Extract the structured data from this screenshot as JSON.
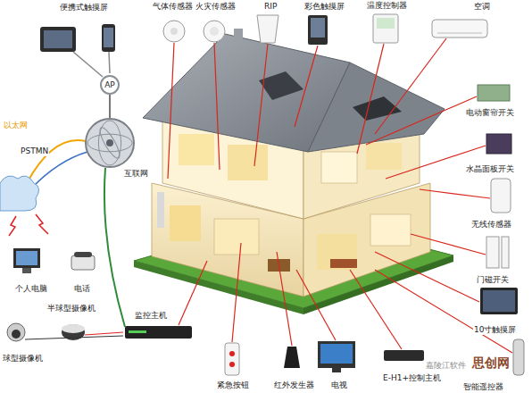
{
  "diagram": {
    "nodes": [
      {
        "text": [
          "AP"
        ]
      },
      {
        "text": [
          "互联网"
        ]
      }
    ],
    "edges": [
      {
        "from": 0,
        "to": 1,
        "arrow": "none"
      }
    ],
    "labels": [
      "便携式触摸屏",
      "气体传感器",
      "火灾传感器",
      "RIP",
      "彩色触摸屏",
      "温度控制器",
      "空调",
      "以太网",
      "PSTMN",
      "电动窗帘开关",
      "水晶面板开关",
      "无线传感器",
      "门磁开关",
      "个人电脑",
      "电话",
      "半球型摄像机",
      "10寸触摸屏",
      "监控主机",
      "球型摄像机",
      "紧急按钮",
      "红外发生器",
      "电视",
      "E-H1+控制主机",
      "智能遥控器",
      "嘉陵江软件",
      "思创网"
    ]
  }
}
